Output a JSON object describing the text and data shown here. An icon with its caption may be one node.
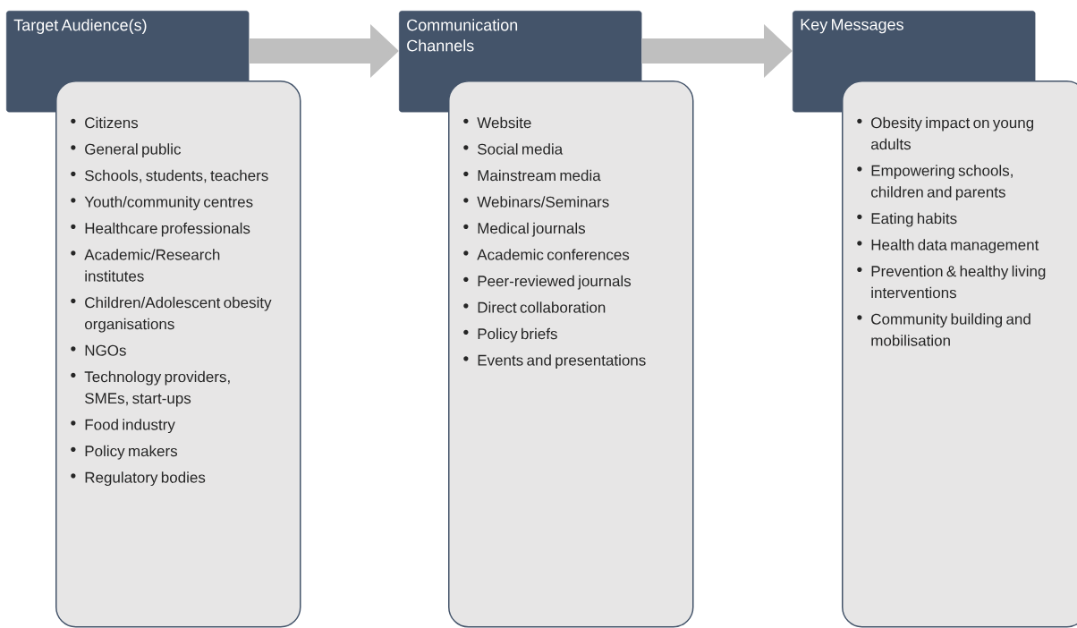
{
  "diagram": {
    "nodes": [
      {
        "text": [
          "Target Audience(s)"
        ]
      },
      {
        "text": [
          "Citizens",
          "General public",
          "Schools, students, teachers",
          "Youth/community centres",
          "Healthcare professionals",
          "Academic/Research institutes",
          "Children/Adolescent obesity organisations",
          "NGOs",
          "Technology providers, SMEs, start-ups",
          "Food industry",
          "Policy makers",
          "Regulatory bodies"
        ]
      },
      {
        "text": [
          "Communication Channels"
        ]
      },
      {
        "text": [
          "Website",
          "Social media",
          "Mainstream media",
          "Webinars/Seminars",
          "Medical journals",
          "Academic conferences",
          "Peer-reviewed journals",
          "Direct collaboration",
          "Policy briefs",
          "Events and presentations"
        ]
      },
      {
        "text": [
          "Key Messages"
        ]
      },
      {
        "text": [
          "Obesity impact on young adults",
          "Empowering schools, children and parents",
          "Eating habits",
          "Health data management",
          "Prevention & healthy living interventions",
          "Community building and mobilisation"
        ]
      }
    ],
    "edges": [
      {
        "from": 0,
        "to": 2,
        "arrow": "to"
      },
      {
        "from": 2,
        "to": 4,
        "arrow": "to"
      }
    ]
  }
}
